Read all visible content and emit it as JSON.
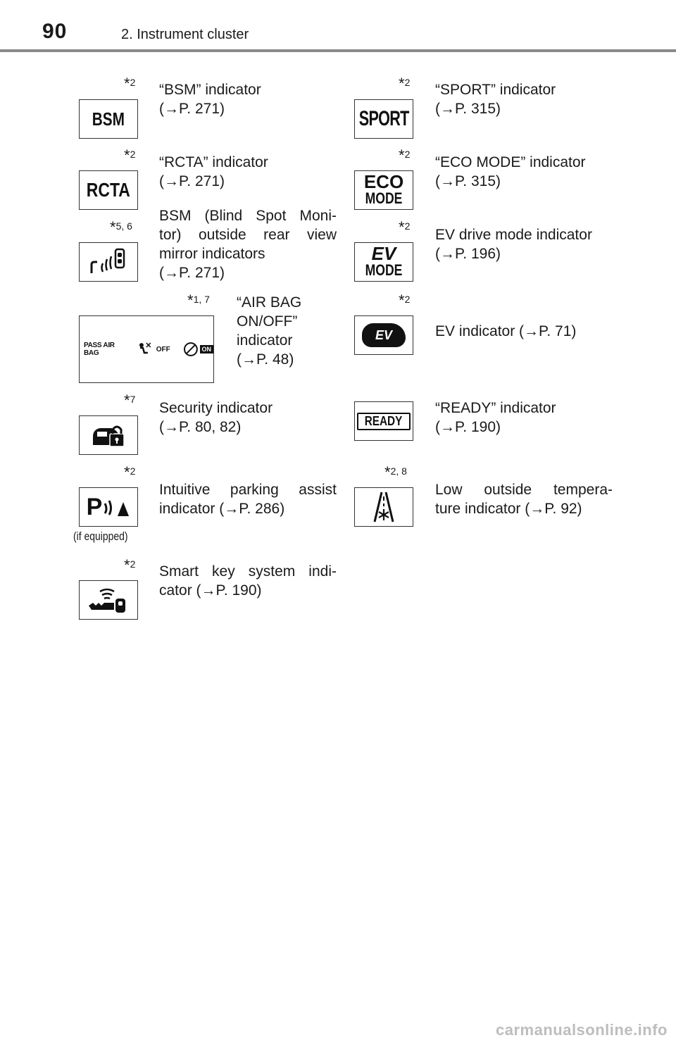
{
  "header": {
    "page_number": "90",
    "section_title": "2. Instrument cluster"
  },
  "items": [
    {
      "id": "bsm",
      "star": "2",
      "lines": [
        "“BSM” indicator",
        "(→P. 271)"
      ],
      "icon_label": "BSM"
    },
    {
      "id": "sport",
      "star": "2",
      "lines": [
        "“SPORT” indicator",
        "(→P. 315)"
      ],
      "icon_label": "SPORT"
    },
    {
      "id": "rcta",
      "star": "2",
      "lines": [
        "“RCTA” indicator",
        "(→P. 271)"
      ],
      "icon_label": "RCTA"
    },
    {
      "id": "eco",
      "star": "2",
      "lines": [
        "“ECO MODE” indicator",
        "(→P. 315)"
      ],
      "icon_label_1": "ECO",
      "icon_label_2": "MODE"
    },
    {
      "id": "bsm-mirror",
      "star": "5, 6",
      "lines": [
        "BSM (Blind Spot Moni-",
        "tor) outside rear view",
        "mirror indicators",
        "(→P. 271)"
      ]
    },
    {
      "id": "ev-mode",
      "star": "2",
      "lines": [
        "EV drive mode indicator",
        "(→P. 196)"
      ],
      "icon_label_1": "EV",
      "icon_label_2": "MODE"
    },
    {
      "id": "airbag",
      "star": "1, 7",
      "lines": [
        "“AIR BAG",
        "ON/OFF”",
        "indicator",
        "(→P. 48)"
      ],
      "icon_pass": "PASS AIR BAG",
      "icon_off": "OFF",
      "icon_on": "ON"
    },
    {
      "id": "ev",
      "star": "2",
      "lines": [
        "EV indicator (→P. 71)"
      ],
      "icon_label": "EV"
    },
    {
      "id": "security",
      "star": "7",
      "lines": [
        "Security indicator",
        "(→P. 80, 82)"
      ]
    },
    {
      "id": "ready",
      "star": "",
      "lines": [
        "“READY” indicator",
        "(→P. 190)"
      ],
      "icon_label": "READY"
    },
    {
      "id": "parking",
      "star": "2",
      "lines": [
        "Intuitive parking assist",
        "indicator (→P. 286)"
      ],
      "note": "(if equipped)",
      "icon_label": "P"
    },
    {
      "id": "low-temp",
      "star": "2, 8",
      "lines": [
        "Low outside tempera-",
        "ture indicator (→P. 92)"
      ]
    },
    {
      "id": "smart-key",
      "star": "2",
      "lines": [
        "Smart key system indi-",
        "cator (→P. 190)"
      ]
    }
  ],
  "footer": {
    "watermark": "carmanualsonline.info"
  }
}
